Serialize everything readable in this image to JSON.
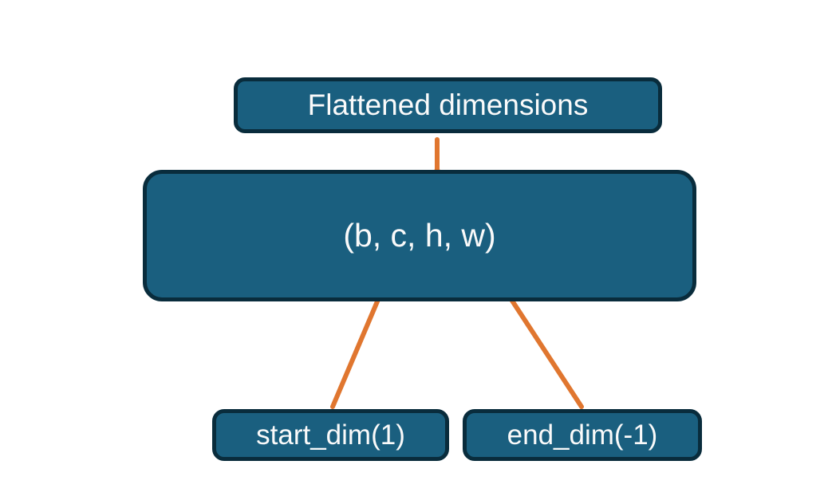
{
  "colors": {
    "node_fill": "#1a5f7f",
    "node_border": "#092c3c",
    "node_text": "#fafafa",
    "accent_orange": "#e0762f",
    "background": "#ffffff"
  },
  "nodes": {
    "flattened": {
      "label": "Flattened dimensions"
    },
    "tensor": {
      "label": "(b, c, h, w)"
    },
    "start_dim": {
      "label": "start_dim(1)"
    },
    "end_dim": {
      "label": "end_dim(-1)"
    }
  },
  "connectors": {
    "brace": "curly-brace grouping c, h, w under Flattened dimensions",
    "start_dim_arrow": "arrow from start_dim(1) to dimension c",
    "end_dim_arrow": "arrow from end_dim(-1) to dimension w"
  }
}
